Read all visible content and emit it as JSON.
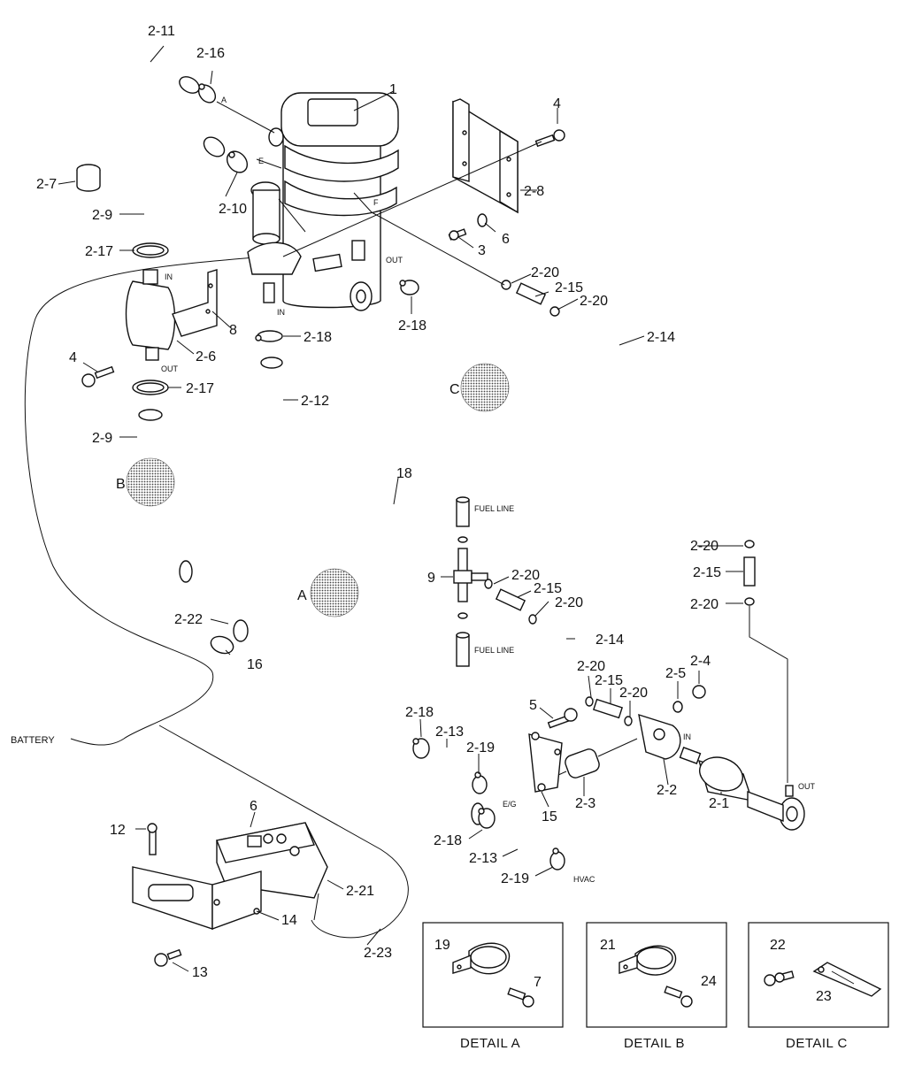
{
  "callouts": [
    {
      "id": "c-1",
      "text": "1"
    },
    {
      "id": "c-2-11",
      "text": "2-11"
    },
    {
      "id": "c-2-16",
      "text": "2-16"
    },
    {
      "id": "c-2-7",
      "text": "2-7"
    },
    {
      "id": "c-2-9a",
      "text": "2-9"
    },
    {
      "id": "c-2-10",
      "text": "2-10"
    },
    {
      "id": "c-2-17a",
      "text": "2-17"
    },
    {
      "id": "c-4a",
      "text": "4"
    },
    {
      "id": "c-2-8",
      "text": "2-8"
    },
    {
      "id": "c-6a",
      "text": "6"
    },
    {
      "id": "c-3a",
      "text": "3"
    },
    {
      "id": "c-2-20a",
      "text": "2-20"
    },
    {
      "id": "c-2-15a",
      "text": "2-15"
    },
    {
      "id": "c-2-20b",
      "text": "2-20"
    },
    {
      "id": "c-2-14a",
      "text": "2-14"
    },
    {
      "id": "c-2-18a",
      "text": "2-18"
    },
    {
      "id": "c-8",
      "text": "8"
    },
    {
      "id": "c-2-6",
      "text": "2-6"
    },
    {
      "id": "c-4b",
      "text": "4"
    },
    {
      "id": "c-2-18b",
      "text": "2-18"
    },
    {
      "id": "c-2-17b",
      "text": "2-17"
    },
    {
      "id": "c-2-12",
      "text": "2-12"
    },
    {
      "id": "c-2-9b",
      "text": "2-9"
    },
    {
      "id": "c-18",
      "text": "18"
    },
    {
      "id": "c-9",
      "text": "9"
    },
    {
      "id": "c-2-20c",
      "text": "2-20"
    },
    {
      "id": "c-2-15b",
      "text": "2-15"
    },
    {
      "id": "c-2-20d",
      "text": "2-20"
    },
    {
      "id": "c-2-14b",
      "text": "2-14"
    },
    {
      "id": "c-2-20e",
      "text": "2-20"
    },
    {
      "id": "c-2-15c",
      "text": "2-15"
    },
    {
      "id": "c-2-20f",
      "text": "2-20"
    },
    {
      "id": "c-2-22",
      "text": "2-22"
    },
    {
      "id": "c-16",
      "text": "16"
    },
    {
      "id": "c-2-20g",
      "text": "2-20"
    },
    {
      "id": "c-2-15d",
      "text": "2-15"
    },
    {
      "id": "c-2-20h",
      "text": "2-20"
    },
    {
      "id": "c-2-5",
      "text": "2-5"
    },
    {
      "id": "c-2-4",
      "text": "2-4"
    },
    {
      "id": "c-5",
      "text": "5"
    },
    {
      "id": "c-2-18c",
      "text": "2-18"
    },
    {
      "id": "c-2-13a",
      "text": "2-13"
    },
    {
      "id": "c-2-19a",
      "text": "2-19"
    },
    {
      "id": "c-15",
      "text": "15"
    },
    {
      "id": "c-2-3",
      "text": "2-3"
    },
    {
      "id": "c-2-2",
      "text": "2-2"
    },
    {
      "id": "c-2-1",
      "text": "2-1"
    },
    {
      "id": "c-2-18d",
      "text": "2-18"
    },
    {
      "id": "c-2-13b",
      "text": "2-13"
    },
    {
      "id": "c-2-19b",
      "text": "2-19"
    },
    {
      "id": "c-6b",
      "text": "6"
    },
    {
      "id": "c-12",
      "text": "12"
    },
    {
      "id": "c-2-21",
      "text": "2-21"
    },
    {
      "id": "c-14",
      "text": "14"
    },
    {
      "id": "c-13",
      "text": "13"
    },
    {
      "id": "c-2-23",
      "text": "2-23"
    },
    {
      "id": "c-19",
      "text": "19"
    },
    {
      "id": "c-7",
      "text": "7"
    },
    {
      "id": "c-21",
      "text": "21"
    },
    {
      "id": "c-24",
      "text": "24"
    },
    {
      "id": "c-22",
      "text": "22"
    },
    {
      "id": "c-23",
      "text": "23"
    }
  ],
  "detail_markers": [
    {
      "id": "m-a",
      "text": "A"
    },
    {
      "id": "m-b",
      "text": "B"
    },
    {
      "id": "m-c",
      "text": "C"
    }
  ],
  "small_labels": [
    {
      "id": "s-a",
      "text": "A"
    },
    {
      "id": "s-e",
      "text": "E"
    },
    {
      "id": "s-f",
      "text": "F"
    },
    {
      "id": "s-out1",
      "text": "OUT"
    },
    {
      "id": "s-in1",
      "text": "IN"
    },
    {
      "id": "s-in2",
      "text": "IN"
    },
    {
      "id": "s-out2",
      "text": "OUT"
    },
    {
      "id": "s-fuel1",
      "text": "FUEL LINE"
    },
    {
      "id": "s-fuel2",
      "text": "FUEL LINE"
    },
    {
      "id": "s-in3",
      "text": "IN"
    },
    {
      "id": "s-out3",
      "text": "OUT"
    },
    {
      "id": "s-eg",
      "text": "E/G"
    },
    {
      "id": "s-hvac",
      "text": "HVAC"
    }
  ],
  "battery_label": "BATTERY",
  "detail_captions": {
    "a": "DETAIL A",
    "b": "DETAIL B",
    "c": "DETAIL C"
  }
}
